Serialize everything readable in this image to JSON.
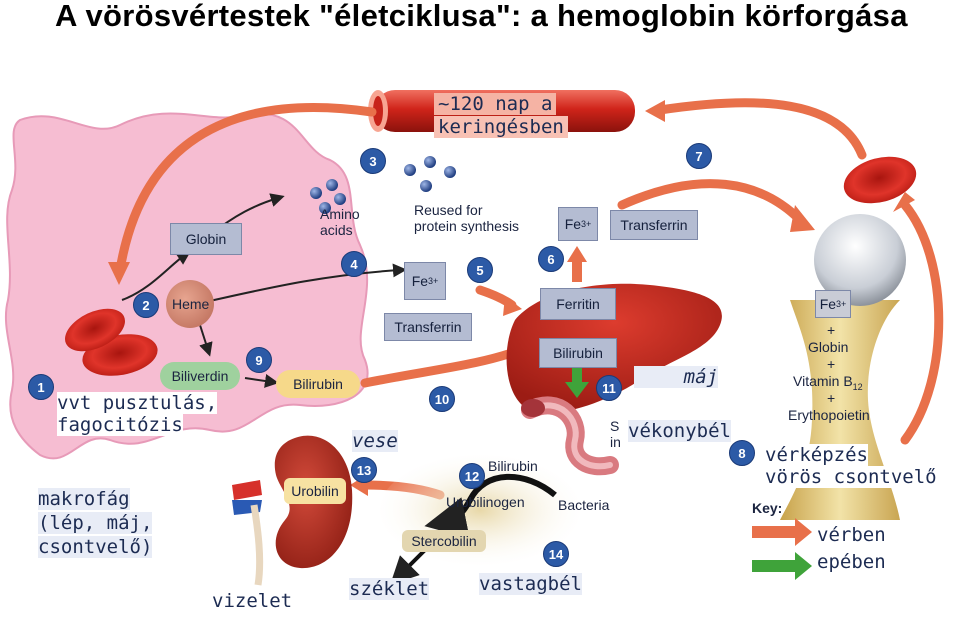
{
  "title": "A vörösvértestek \"életciklusa\": a hemoglobin körforgása",
  "labels": {
    "circulation": "~120 nap a keringésben",
    "rbc_destruction_1": "vvt pusztulás,",
    "rbc_destruction_2": "fagocitózis",
    "macrophage_1": "makrofág",
    "macrophage_2": "(lép, máj,",
    "macrophage_3": "csontvelő)",
    "kidney": "vese",
    "urine": "vizelet",
    "feces": "széklet",
    "colon": "vastagbél",
    "liver": "máj",
    "small_intestine": "vékonybél",
    "hematopoiesis": "vérképzés",
    "red_marrow": "vörös csontvelő"
  },
  "diagram": {
    "globin": "Globin",
    "heme": "Heme",
    "amino_1": "Amino",
    "amino_2": "acids",
    "reused_1": "Reused for",
    "reused_2": "protein synthesis",
    "fe": "Fe",
    "fe_sup": "3+",
    "transferrin": "Transferrin",
    "ferritin": "Ferritin",
    "bilirubin": "Bilirubin",
    "biliverdin": "Biliverdin",
    "urobilin": "Urobilin",
    "urobilinogen": "Urobilinogen",
    "stercobilin": "Stercobilin",
    "bacteria": "Bacteria",
    "plus": "+",
    "vitamin": "Vitamin B",
    "vitamin_sub": "12",
    "erythropoietin": "Erythopoietin",
    "partial_s": "S",
    "partial_in": "in"
  },
  "step_numbers": [
    "1",
    "2",
    "3",
    "4",
    "5",
    "6",
    "7",
    "8",
    "9",
    "10",
    "11",
    "12",
    "13",
    "14"
  ],
  "key": {
    "title": "Key:",
    "blood": "vérben",
    "bile": "epében"
  },
  "colors": {
    "rbc_red": "#d8281e",
    "macrophage_pink": "#f4b7cf",
    "arrow_orange": "#e8704a",
    "arrow_green": "#3fa33a",
    "liver_red": "#c42a22",
    "step_blue": "#2c5aa6",
    "label_navy": "#1c2b52"
  }
}
